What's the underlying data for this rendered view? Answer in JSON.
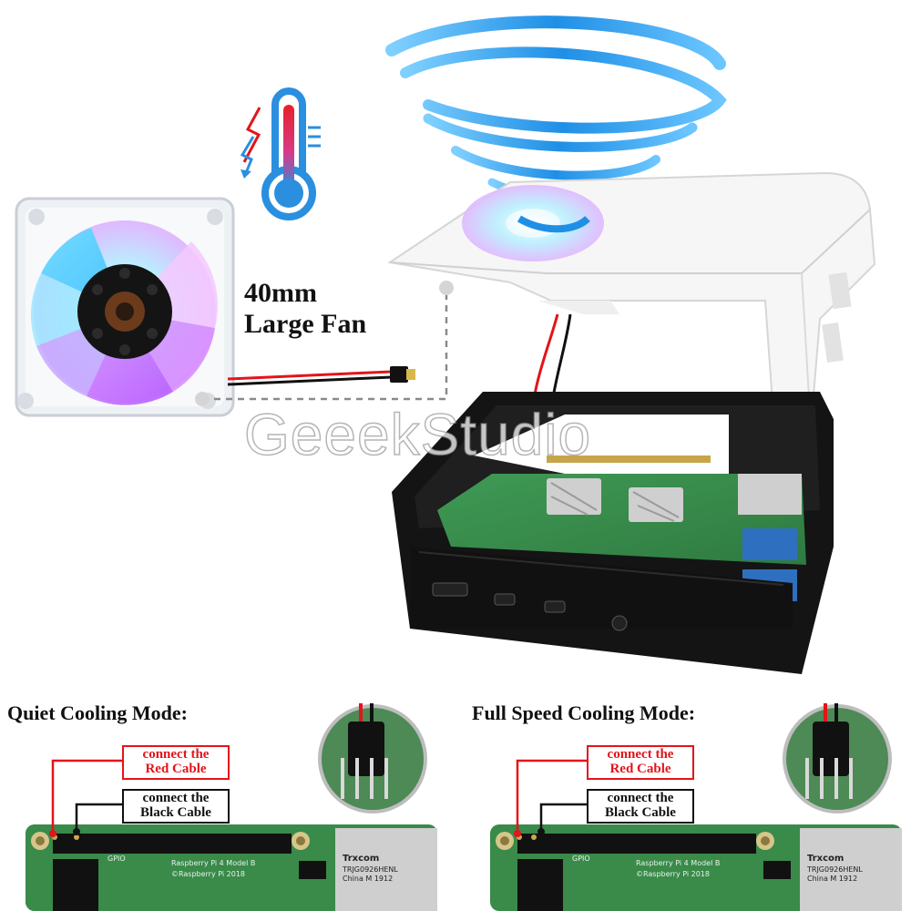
{
  "fan": {
    "label_line1": "40mm",
    "label_line2": "Large Fan"
  },
  "watermark": "GeeekStudio",
  "modes": [
    {
      "title": "Quiet Cooling Mode:",
      "red_callout": {
        "line1": "connect the",
        "line2": "Red Cable"
      },
      "black_callout": {
        "line1": "connect the",
        "line2": "Black Cable"
      },
      "board_text": {
        "gpio": "GPIO",
        "model": "Raspberry Pi 4 Model B",
        "copyright": "©Raspberry Pi 2018"
      },
      "jack_text": {
        "brand": "Trxcom",
        "part": "TRJG0926HENL",
        "origin": "China M 1912"
      }
    },
    {
      "title": "Full Speed Cooling Mode:",
      "red_callout": {
        "line1": "connect the",
        "line2": "Red Cable"
      },
      "black_callout": {
        "line1": "connect the",
        "line2": "Black Cable"
      },
      "board_text": {
        "gpio": "GPIO",
        "model": "Raspberry Pi 4 Model B",
        "copyright": "©Raspberry Pi 2018"
      },
      "jack_text": {
        "brand": "Trxcom",
        "part": "TRJG0926HENL",
        "origin": "China M 1912"
      }
    }
  ],
  "colors": {
    "red": "#e3141b",
    "blue": "#2b8fe0",
    "case_white": "#f4f4f4",
    "case_black": "#151515",
    "pcb_green": "#3a8a4a"
  }
}
